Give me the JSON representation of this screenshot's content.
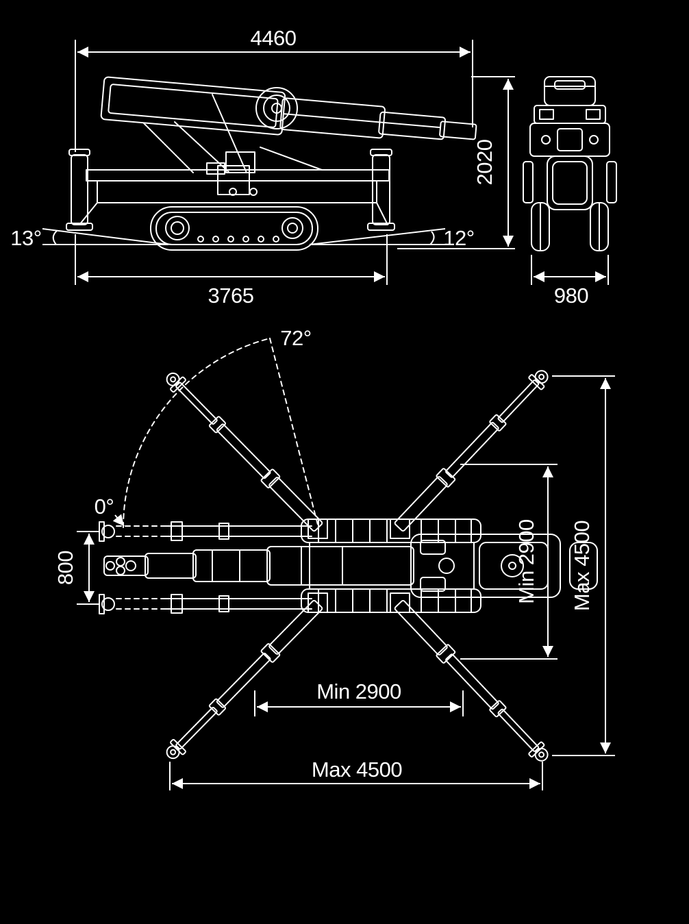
{
  "colors": {
    "background": "#000000",
    "line": "#ffffff"
  },
  "side_view": {
    "overall_length": "4460",
    "overall_height": "2020",
    "track_length": "3765",
    "angle_left": "13°",
    "angle_right": "12°"
  },
  "end_view": {
    "overall_width": "980"
  },
  "plan_view": {
    "swing_angle_max": "72°",
    "swing_angle_min": "0°",
    "track_gauge": "800",
    "span_min_vertical": "Min 2900",
    "span_max_vertical": "Max 4500",
    "span_min_horizontal": "Min 2900",
    "span_max_horizontal": "Max 4500"
  }
}
